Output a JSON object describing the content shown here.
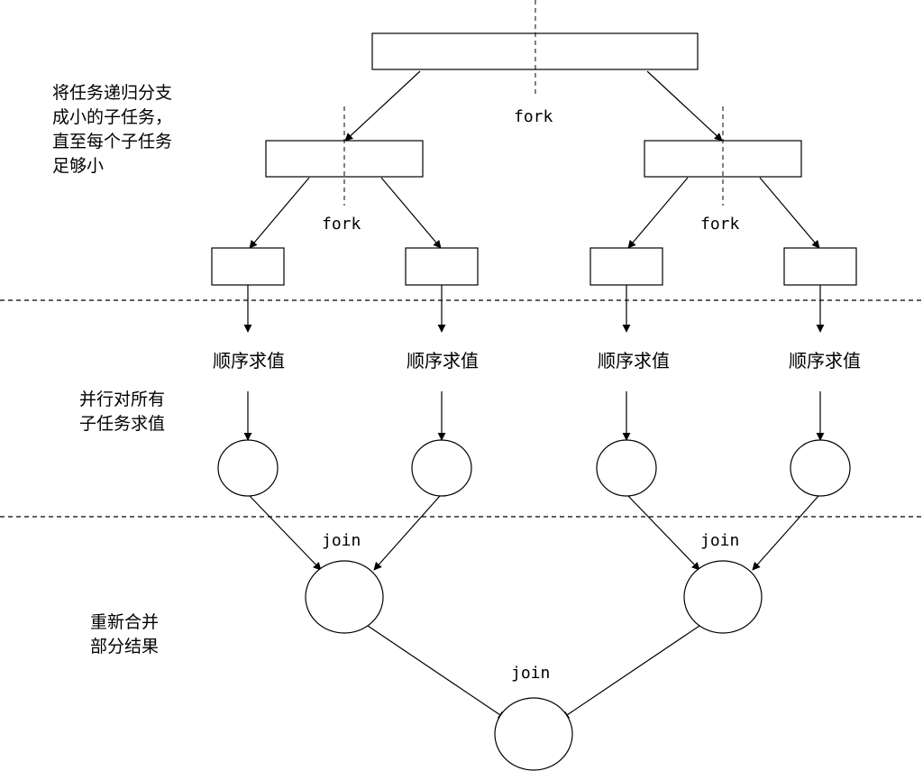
{
  "labels": {
    "fork_phase": [
      "将任务递归分支",
      "成小的子任务，",
      "直至每个子任务",
      "足够小"
    ],
    "eval_phase": [
      "并行对所有",
      "子任务求值"
    ],
    "join_phase": [
      "重新合并",
      "部分结果"
    ]
  },
  "fork_labels": {
    "root": "fork",
    "left": "fork",
    "right": "fork"
  },
  "sequential_eval_labels": [
    "顺序求值",
    "顺序求值",
    "顺序求值",
    "顺序求值"
  ],
  "join_labels": {
    "left": "join",
    "right": "join",
    "final": "join"
  }
}
